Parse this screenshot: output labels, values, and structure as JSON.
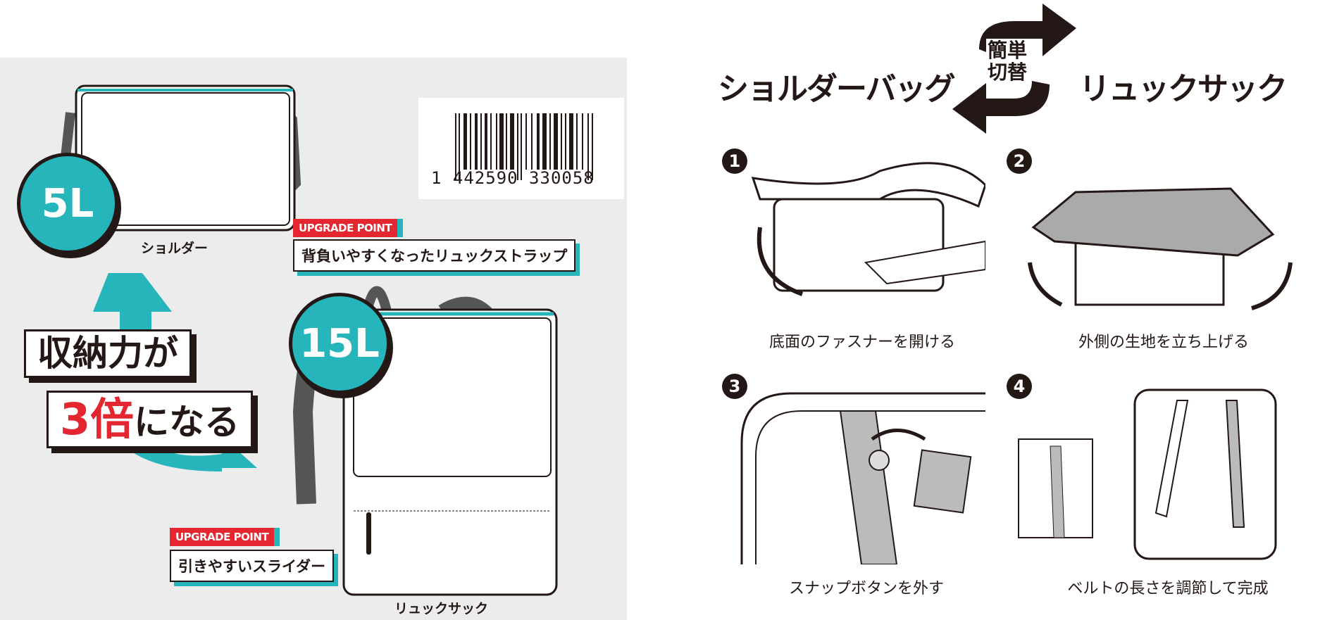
{
  "left": {
    "shoulder_capacity": "5L",
    "shoulder_label": "ショルダー",
    "backpack_capacity": "15L",
    "backpack_label": "リュックサック",
    "barcode_number": "1 442590 330058",
    "headline_line1": "収納力が",
    "headline_highlight": "3倍",
    "headline_line2_rest": "になる",
    "upgrade1_tag": "UPGRADE POINT",
    "upgrade1_text": "背負いやすくなったリュックストラップ",
    "upgrade2_tag": "UPGRADE POINT",
    "upgrade2_text": "引きやすいスライダー"
  },
  "right": {
    "title_from": "ショルダーバッグ",
    "swap_label_1": "簡単",
    "swap_label_2": "切替",
    "title_to": "リュックサック",
    "steps": [
      {
        "number": "1",
        "caption": "底面のファスナーを開ける"
      },
      {
        "number": "2",
        "caption": "外側の生地を立ち上げる"
      },
      {
        "number": "3",
        "caption": "スナップボタンを外す"
      },
      {
        "number": "4",
        "caption": "ベルトの長さを調節して完成"
      }
    ]
  },
  "colors": {
    "teal": "#26b5bb",
    "red": "#e3262f",
    "ink": "#231815",
    "panel": "#ececec"
  }
}
